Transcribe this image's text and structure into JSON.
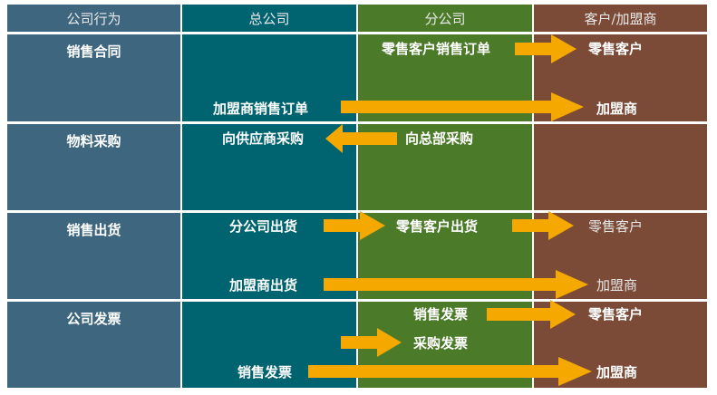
{
  "header": {
    "col1": "公司行为",
    "col2": "总公司",
    "col3": "分公司",
    "col4": "客户/加盟商"
  },
  "rows": [
    {
      "label": "销售合同"
    },
    {
      "label": "物料采购"
    },
    {
      "label": "销售出货"
    },
    {
      "label": "公司发票"
    }
  ],
  "flow": {
    "r1_branch_order": "零售客户销售订单",
    "r1_retail": "零售客户",
    "r1_hq_order": "加盟商销售订单",
    "r1_franchise": "加盟商",
    "r2_hq_purchase": "向供应商采购",
    "r2_branch_purchase": "向总部采购",
    "r3_hq_branch_ship": "分公司出货",
    "r3_branch_retail_ship": "零售客户出货",
    "r3_retail": "零售客户",
    "r3_hq_franchise_ship": "加盟商出货",
    "r3_franchise": "加盟商",
    "r4_branch_sales_invoice": "销售发票",
    "r4_retail": "零售客户",
    "r4_purchase_invoice": "采购发票",
    "r4_hq_sales_invoice": "销售发票",
    "r4_franchise": "加盟商"
  },
  "colors": {
    "col1": "#3e677f",
    "col2": "#006470",
    "col3": "#4b7a28",
    "col4": "#7c4b37",
    "arrow": "#f5a800"
  }
}
